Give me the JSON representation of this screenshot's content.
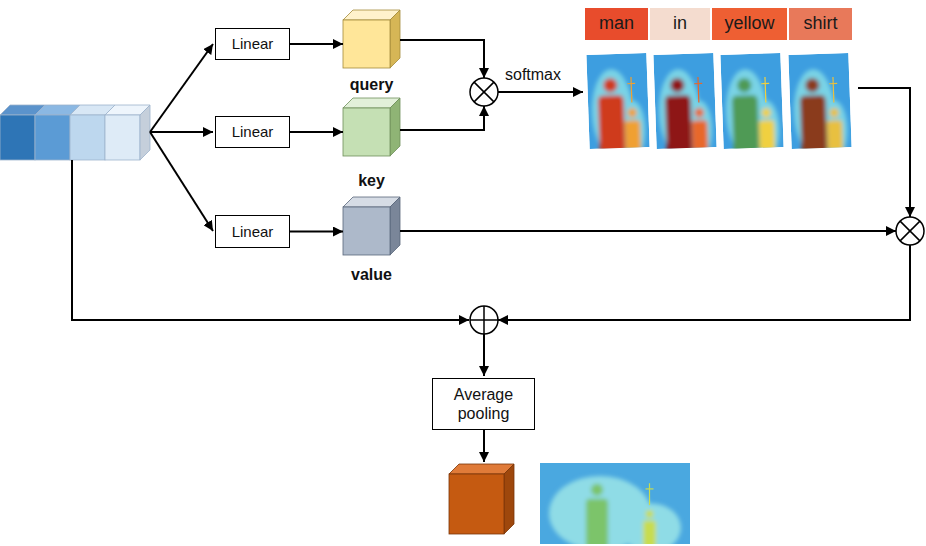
{
  "diagram": {
    "nodes": [
      {
        "text": [
          "Linear"
        ]
      },
      {
        "text": [
          "Linear"
        ]
      },
      {
        "text": [
          "Linear"
        ]
      },
      {
        "text": [
          "query"
        ]
      },
      {
        "text": [
          "key"
        ]
      },
      {
        "text": [
          "value"
        ]
      },
      {
        "text": [
          "man"
        ]
      },
      {
        "text": [
          "in"
        ]
      },
      {
        "text": [
          "yellow"
        ]
      },
      {
        "text": [
          "shirt"
        ]
      },
      {
        "text": [
          "Average pooling"
        ]
      }
    ],
    "edges": [
      {
        "from": 0,
        "to": 3,
        "arrow": "to"
      },
      {
        "from": 1,
        "to": 4,
        "arrow": "to"
      },
      {
        "from": 2,
        "to": 5,
        "arrow": "to"
      }
    ],
    "labels": [
      "softmax"
    ]
  }
}
